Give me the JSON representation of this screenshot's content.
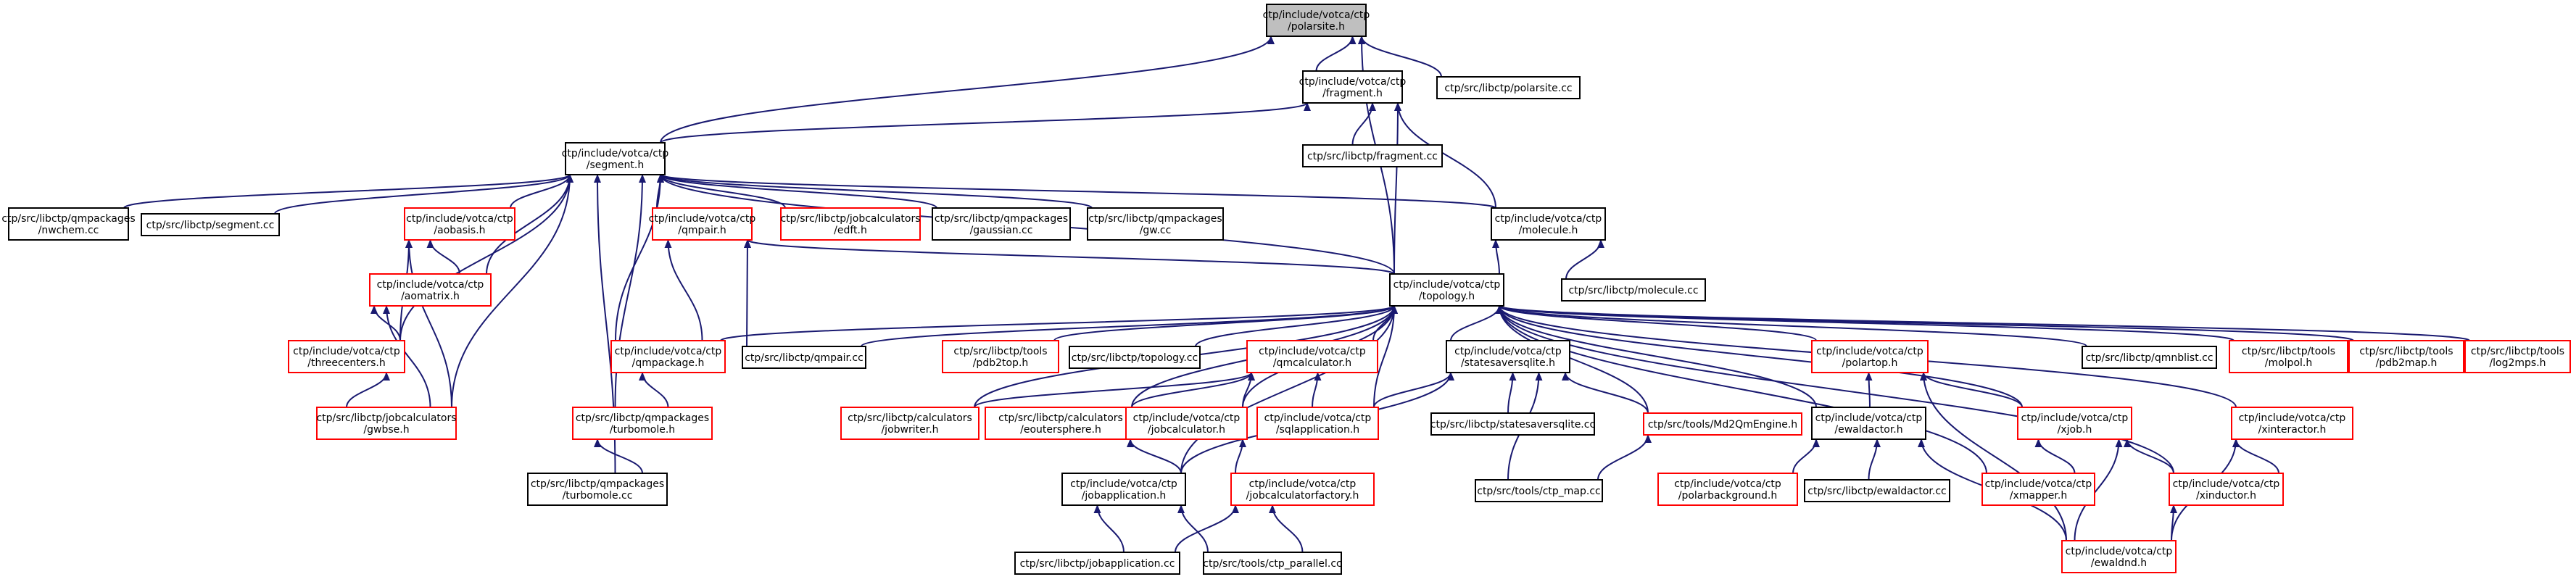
{
  "colors": {
    "black_border": "#000000",
    "red_border": "#ff0000",
    "root_fill": "#bfbfbf",
    "edge": "#191970"
  },
  "nodes": [
    {
      "id": "polarsite_h",
      "lines": [
        "ctp/include/votca/ctp",
        "/polarsite.h"
      ],
      "border": "black",
      "root": true
    },
    {
      "id": "fragment_h",
      "lines": [
        "ctp/include/votca/ctp",
        "/fragment.h"
      ],
      "border": "black"
    },
    {
      "id": "polarsite_cc",
      "lines": [
        "ctp/src/libctp/polarsite.cc"
      ],
      "border": "black"
    },
    {
      "id": "segment_h",
      "lines": [
        "ctp/include/votca/ctp",
        "/segment.h"
      ],
      "border": "black"
    },
    {
      "id": "fragment_cc",
      "lines": [
        "ctp/src/libctp/fragment.cc"
      ],
      "border": "black"
    },
    {
      "id": "nwchem_cc",
      "lines": [
        "ctp/src/libctp/qmpackages",
        "/nwchem.cc"
      ],
      "border": "black"
    },
    {
      "id": "segment_cc",
      "lines": [
        "ctp/src/libctp/segment.cc"
      ],
      "border": "black"
    },
    {
      "id": "aobasis_h",
      "lines": [
        "ctp/include/votca/ctp",
        "/aobasis.h"
      ],
      "border": "red"
    },
    {
      "id": "qmpair_h",
      "lines": [
        "ctp/include/votca/ctp",
        "/qmpair.h"
      ],
      "border": "red"
    },
    {
      "id": "edft_h",
      "lines": [
        "ctp/src/libctp/jobcalculators",
        "/edft.h"
      ],
      "border": "red"
    },
    {
      "id": "gaussian_cc",
      "lines": [
        "ctp/src/libctp/qmpackages",
        "/gaussian.cc"
      ],
      "border": "black"
    },
    {
      "id": "gw_cc",
      "lines": [
        "ctp/src/libctp/qmpackages",
        "/gw.cc"
      ],
      "border": "black"
    },
    {
      "id": "molecule_h",
      "lines": [
        "ctp/include/votca/ctp",
        "/molecule.h"
      ],
      "border": "black"
    },
    {
      "id": "aomatrix_h",
      "lines": [
        "ctp/include/votca/ctp",
        "/aomatrix.h"
      ],
      "border": "red"
    },
    {
      "id": "topology_h",
      "lines": [
        "ctp/include/votca/ctp",
        "/topology.h"
      ],
      "border": "black"
    },
    {
      "id": "molecule_cc",
      "lines": [
        "ctp/src/libctp/molecule.cc"
      ],
      "border": "black"
    },
    {
      "id": "threecenters_h",
      "lines": [
        "ctp/include/votca/ctp",
        "/threecenters.h"
      ],
      "border": "red"
    },
    {
      "id": "qmpackage_h",
      "lines": [
        "ctp/include/votca/ctp",
        "/qmpackage.h"
      ],
      "border": "red"
    },
    {
      "id": "qmpair_cc",
      "lines": [
        "ctp/src/libctp/qmpair.cc"
      ],
      "border": "black"
    },
    {
      "id": "pdb2top_h",
      "lines": [
        "ctp/src/libctp/tools",
        "/pdb2top.h"
      ],
      "border": "red"
    },
    {
      "id": "topology_cc",
      "lines": [
        "ctp/src/libctp/topology.cc"
      ],
      "border": "black"
    },
    {
      "id": "qmcalculator_h",
      "lines": [
        "ctp/include/votca/ctp",
        "/qmcalculator.h"
      ],
      "border": "red"
    },
    {
      "id": "statesaversqlite_h",
      "lines": [
        "ctp/include/votca/ctp",
        "/statesaversqlite.h"
      ],
      "border": "black"
    },
    {
      "id": "polartop_h",
      "lines": [
        "ctp/include/votca/ctp",
        "/polartop.h"
      ],
      "border": "red"
    },
    {
      "id": "qmnblist_cc",
      "lines": [
        "ctp/src/libctp/qmnblist.cc"
      ],
      "border": "black"
    },
    {
      "id": "molpol_h",
      "lines": [
        "ctp/src/libctp/tools",
        "/molpol.h"
      ],
      "border": "red"
    },
    {
      "id": "pdb2map_h",
      "lines": [
        "ctp/src/libctp/tools",
        "/pdb2map.h"
      ],
      "border": "red"
    },
    {
      "id": "log2mps_h",
      "lines": [
        "ctp/src/libctp/tools",
        "/log2mps.h"
      ],
      "border": "red"
    },
    {
      "id": "gwbse_h",
      "lines": [
        "ctp/src/libctp/jobcalculators",
        "/gwbse.h"
      ],
      "border": "red"
    },
    {
      "id": "turbomole_h",
      "lines": [
        "ctp/src/libctp/qmpackages",
        "/turbomole.h"
      ],
      "border": "red"
    },
    {
      "id": "jobwriter_h",
      "lines": [
        "ctp/src/libctp/calculators",
        "/jobwriter.h"
      ],
      "border": "red"
    },
    {
      "id": "eoutersphere_h",
      "lines": [
        "ctp/src/libctp/calculators",
        "/eoutersphere.h"
      ],
      "border": "red"
    },
    {
      "id": "jobcalculator_h",
      "lines": [
        "ctp/include/votca/ctp",
        "/jobcalculator.h"
      ],
      "border": "red"
    },
    {
      "id": "sqlapplication_h",
      "lines": [
        "ctp/include/votca/ctp",
        "/sqlapplication.h"
      ],
      "border": "red"
    },
    {
      "id": "statesaversqlite_cc",
      "lines": [
        "ctp/src/libctp/statesaversqlite.cc"
      ],
      "border": "black"
    },
    {
      "id": "md2qmengine_h",
      "lines": [
        "ctp/src/tools/Md2QmEngine.h"
      ],
      "border": "red"
    },
    {
      "id": "ewaldactor_h",
      "lines": [
        "ctp/include/votca/ctp",
        "/ewaldactor.h"
      ],
      "border": "black"
    },
    {
      "id": "xjob_h",
      "lines": [
        "ctp/include/votca/ctp",
        "/xjob.h"
      ],
      "border": "red"
    },
    {
      "id": "xinteractor_h",
      "lines": [
        "ctp/include/votca/ctp",
        "/xinteractor.h"
      ],
      "border": "red"
    },
    {
      "id": "turbomole_cc",
      "lines": [
        "ctp/src/libctp/qmpackages",
        "/turbomole.cc"
      ],
      "border": "black"
    },
    {
      "id": "jobapplication_h",
      "lines": [
        "ctp/include/votca/ctp",
        "/jobapplication.h"
      ],
      "border": "black"
    },
    {
      "id": "jobcalculatorfactory_h",
      "lines": [
        "ctp/include/votca/ctp",
        "/jobcalculatorfactory.h"
      ],
      "border": "red"
    },
    {
      "id": "ctp_map_cc",
      "lines": [
        "ctp/src/tools/ctp_map.cc"
      ],
      "border": "black"
    },
    {
      "id": "polarbackground_h",
      "lines": [
        "ctp/include/votca/ctp",
        "/polarbackground.h"
      ],
      "border": "red"
    },
    {
      "id": "ewaldactor_cc",
      "lines": [
        "ctp/src/libctp/ewaldactor.cc"
      ],
      "border": "black"
    },
    {
      "id": "xmapper_h",
      "lines": [
        "ctp/include/votca/ctp",
        "/xmapper.h"
      ],
      "border": "red"
    },
    {
      "id": "xinductor_h",
      "lines": [
        "ctp/include/votca/ctp",
        "/xinductor.h"
      ],
      "border": "red"
    },
    {
      "id": "jobapplication_cc",
      "lines": [
        "ctp/src/libctp/jobapplication.cc"
      ],
      "border": "black"
    },
    {
      "id": "ctp_parallel_cc",
      "lines": [
        "ctp/src/tools/ctp_parallel.cc"
      ],
      "border": "black"
    },
    {
      "id": "ewaldnd_h",
      "lines": [
        "ctp/include/votca/ctp",
        "/ewaldnd.h"
      ],
      "border": "red"
    }
  ],
  "edges": [
    [
      "fragment_h",
      "polarsite_h"
    ],
    [
      "polarsite_cc",
      "polarsite_h"
    ],
    [
      "segment_h",
      "polarsite_h"
    ],
    [
      "topology_h",
      "polarsite_h"
    ],
    [
      "segment_h",
      "fragment_h"
    ],
    [
      "fragment_cc",
      "fragment_h"
    ],
    [
      "molecule_h",
      "fragment_h"
    ],
    [
      "topology_h",
      "fragment_h"
    ],
    [
      "nwchem_cc",
      "segment_h"
    ],
    [
      "segment_cc",
      "segment_h"
    ],
    [
      "aobasis_h",
      "segment_h"
    ],
    [
      "qmpair_h",
      "segment_h"
    ],
    [
      "edft_h",
      "segment_h"
    ],
    [
      "gaussian_cc",
      "segment_h"
    ],
    [
      "gw_cc",
      "segment_h"
    ],
    [
      "molecule_h",
      "segment_h"
    ],
    [
      "aomatrix_h",
      "segment_h"
    ],
    [
      "topology_h",
      "segment_h"
    ],
    [
      "threecenters_h",
      "segment_h"
    ],
    [
      "qmpackage_h",
      "segment_h"
    ],
    [
      "gwbse_h",
      "segment_h"
    ],
    [
      "turbomole_h",
      "segment_h"
    ],
    [
      "turbomole_cc",
      "segment_h"
    ],
    [
      "aomatrix_h",
      "aobasis_h"
    ],
    [
      "threecenters_h",
      "aobasis_h"
    ],
    [
      "gwbse_h",
      "aobasis_h"
    ],
    [
      "threecenters_h",
      "aomatrix_h"
    ],
    [
      "gwbse_h",
      "aomatrix_h"
    ],
    [
      "gwbse_h",
      "threecenters_h"
    ],
    [
      "qmpackage_h",
      "qmpair_h"
    ],
    [
      "qmpair_cc",
      "qmpair_h"
    ],
    [
      "topology_h",
      "qmpair_h"
    ],
    [
      "turbomole_h",
      "qmpackage_h"
    ],
    [
      "turbomole_cc",
      "turbomole_h"
    ],
    [
      "topology_h",
      "molecule_h"
    ],
    [
      "molecule_cc",
      "molecule_h"
    ],
    [
      "qmpackage_h",
      "topology_h"
    ],
    [
      "qmpair_cc",
      "topology_h"
    ],
    [
      "pdb2top_h",
      "topology_h"
    ],
    [
      "topology_cc",
      "topology_h"
    ],
    [
      "qmcalculator_h",
      "topology_h"
    ],
    [
      "statesaversqlite_h",
      "topology_h"
    ],
    [
      "polartop_h",
      "topology_h"
    ],
    [
      "qmnblist_cc",
      "topology_h"
    ],
    [
      "molpol_h",
      "topology_h"
    ],
    [
      "pdb2map_h",
      "topology_h"
    ],
    [
      "log2mps_h",
      "topology_h"
    ],
    [
      "jobwriter_h",
      "topology_h"
    ],
    [
      "eoutersphere_h",
      "topology_h"
    ],
    [
      "jobcalculator_h",
      "topology_h"
    ],
    [
      "sqlapplication_h",
      "topology_h"
    ],
    [
      "md2qmengine_h",
      "topology_h"
    ],
    [
      "ewaldactor_h",
      "topology_h"
    ],
    [
      "xjob_h",
      "topology_h"
    ],
    [
      "xinteractor_h",
      "topology_h"
    ],
    [
      "jobapplication_h",
      "topology_h"
    ],
    [
      "xmapper_h",
      "topology_h"
    ],
    [
      "xinductor_h",
      "topology_h"
    ],
    [
      "jobwriter_h",
      "qmcalculator_h"
    ],
    [
      "eoutersphere_h",
      "qmcalculator_h"
    ],
    [
      "jobcalculator_h",
      "qmcalculator_h"
    ],
    [
      "sqlapplication_h",
      "qmcalculator_h"
    ],
    [
      "jobcalculatorfactory_h",
      "jobcalculator_h"
    ],
    [
      "jobapplication_h",
      "jobcalculator_h"
    ],
    [
      "jobapplication_cc",
      "jobapplication_h"
    ],
    [
      "ctp_parallel_cc",
      "jobapplication_h"
    ],
    [
      "jobapplication_cc",
      "jobcalculatorfactory_h"
    ],
    [
      "ctp_parallel_cc",
      "jobcalculatorfactory_h"
    ],
    [
      "statesaversqlite_cc",
      "statesaversqlite_h"
    ],
    [
      "sqlapplication_h",
      "statesaversqlite_h"
    ],
    [
      "md2qmengine_h",
      "statesaversqlite_h"
    ],
    [
      "ctp_map_cc",
      "statesaversqlite_h"
    ],
    [
      "jobapplication_h",
      "statesaversqlite_h"
    ],
    [
      "ctp_map_cc",
      "md2qmengine_h"
    ],
    [
      "xjob_h",
      "polartop_h"
    ],
    [
      "ewaldactor_h",
      "polartop_h"
    ],
    [
      "ewaldnd_h",
      "polartop_h"
    ],
    [
      "polarbackground_h",
      "ewaldactor_h"
    ],
    [
      "ewaldactor_cc",
      "ewaldactor_h"
    ],
    [
      "ewaldnd_h",
      "ewaldactor_h"
    ],
    [
      "xmapper_h",
      "xjob_h"
    ],
    [
      "xinductor_h",
      "xjob_h"
    ],
    [
      "ewaldnd_h",
      "xjob_h"
    ],
    [
      "xinductor_h",
      "xinteractor_h"
    ],
    [
      "ewaldnd_h",
      "xinteractor_h"
    ],
    [
      "ewaldnd_h",
      "xinductor_h"
    ]
  ]
}
